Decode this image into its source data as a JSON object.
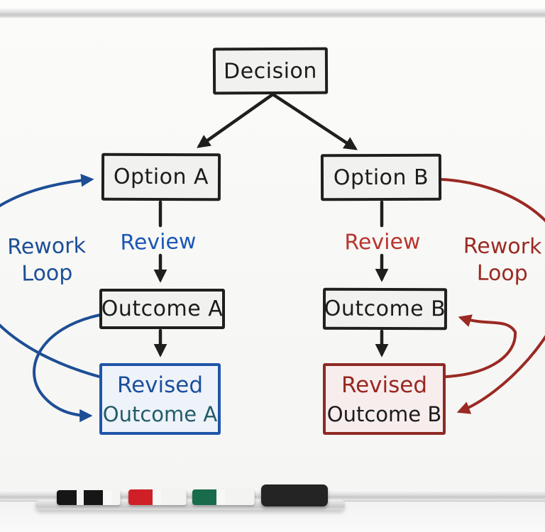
{
  "board": {
    "nodes": {
      "decision": {
        "label": "Decision"
      },
      "option_a": {
        "label": "Option A"
      },
      "option_b": {
        "label": "Option B"
      },
      "outcome_a": {
        "label": "Outcome A"
      },
      "outcome_b": {
        "label": "Outcome B"
      },
      "revised_a": {
        "line1": "Revised",
        "line2": "Outcome A"
      },
      "revised_b": {
        "line1": "Revised",
        "line2": "Outcome B"
      }
    },
    "labels": {
      "review_a": "Review",
      "review_b": "Review",
      "rework_a_line1": "Rework",
      "rework_a_line2": "Loop",
      "rework_b_line1": "Rework",
      "rework_b_line2": "Loop"
    },
    "edges": [
      {
        "from": "Decision",
        "to": "Option A",
        "color": "black"
      },
      {
        "from": "Decision",
        "to": "Option B",
        "color": "black"
      },
      {
        "from": "Option A",
        "to": "Outcome A",
        "label": "Review",
        "color": "black"
      },
      {
        "from": "Option B",
        "to": "Outcome B",
        "label": "Review",
        "color": "black"
      },
      {
        "from": "Outcome A",
        "to": "Revised Outcome A",
        "color": "black"
      },
      {
        "from": "Outcome B",
        "to": "Revised Outcome B",
        "color": "black"
      },
      {
        "from": "Revised Outcome A",
        "to": "Option A",
        "label": "Rework Loop",
        "color": "blue"
      },
      {
        "from": "Outcome A",
        "to": "Revised Outcome A",
        "label": "Rework Loop",
        "color": "blue"
      },
      {
        "from": "Option B",
        "to": "Revised Outcome B",
        "label": "Rework Loop",
        "color": "red"
      },
      {
        "from": "Revised Outcome B",
        "to": "Outcome B",
        "label": "Rework Loop",
        "color": "red"
      }
    ]
  },
  "colors": {
    "ink": "#1f1f1f",
    "box_fill": "#f1f1ef",
    "blue_loop": "#1d4e96",
    "blue_review": "#1b57b6",
    "blue_border": "#2056a8",
    "blue_fill": "#eef3f9",
    "blue_revised_text": "#1d4f9e",
    "teal_text": "#235c68",
    "red_loop": "#9a2a23",
    "red_review": "#b93530",
    "red_border": "#8e2a24",
    "red_fill": "#f8eded",
    "red_revised_text": "#992722"
  },
  "tray": {
    "markers": [
      {
        "name": "black marker",
        "cap": "#161616",
        "ring": "#f4f4f2",
        "body": "#161616",
        "tail": "#f4f4f2"
      },
      {
        "name": "red marker",
        "cap": "#cf2027",
        "body": "#f3f3f1"
      },
      {
        "name": "green marker",
        "cap": "#186b4b",
        "body": "#f3f3f1"
      }
    ],
    "eraser": {
      "name": "black eraser",
      "color": "#242424"
    }
  }
}
